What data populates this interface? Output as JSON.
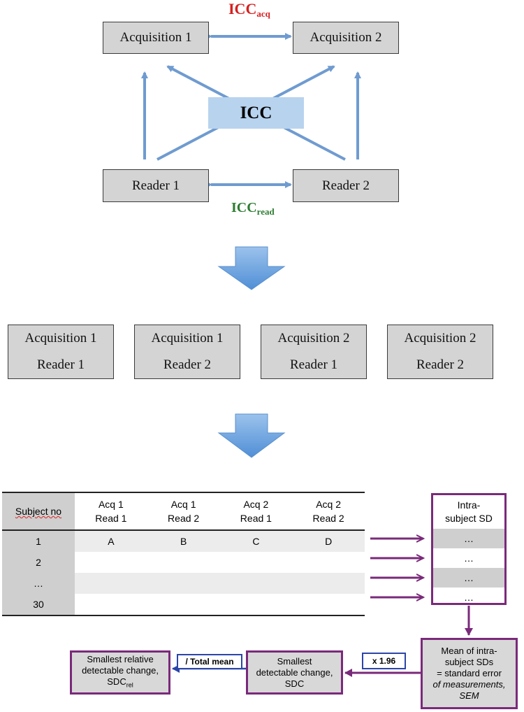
{
  "icc": {
    "acq": {
      "main": "ICC",
      "sub": "acq"
    },
    "read": {
      "main": "ICC",
      "sub": "read"
    },
    "center": "ICC"
  },
  "top_boxes": {
    "acq1": "Acquisition 1",
    "acq2": "Acquisition 2",
    "reader1": "Reader 1",
    "reader2": "Reader 2"
  },
  "combos": [
    {
      "acq": "Acquisition 1",
      "reader": "Reader 1"
    },
    {
      "acq": "Acquisition 1",
      "reader": "Reader 2"
    },
    {
      "acq": "Acquisition 2",
      "reader": "Reader 1"
    },
    {
      "acq": "Acquisition 2",
      "reader": "Reader 2"
    }
  ],
  "table": {
    "headers": [
      "Subject no",
      "Acq 1\nRead 1",
      "Acq 1\nRead 2",
      "Acq 2\nRead 1",
      "Acq 2\nRead 2"
    ],
    "rows": [
      [
        "1",
        "A",
        "B",
        "C",
        "D"
      ],
      [
        "2",
        "",
        "",
        "",
        ""
      ],
      [
        "…",
        "",
        "",
        "",
        ""
      ],
      [
        "30",
        "",
        "",
        "",
        ""
      ]
    ]
  },
  "sd_column": {
    "header": "Intra-\nsubject SD",
    "cells": [
      "…",
      "…",
      "…",
      "…"
    ]
  },
  "boxes": {
    "mean": [
      "Mean of intra-",
      "subject SDs",
      "= standard error",
      "of measurements,",
      "SEM"
    ],
    "sdc": [
      "Smallest",
      "detectable change,",
      "SDC"
    ],
    "sdc_rel": [
      "Smallest relative",
      "detectable change,",
      "SDC"
    ],
    "sdc_rel_sub": "rel"
  },
  "operators": {
    "times": "x 1.96",
    "div": "/ Total mean"
  },
  "colors": {
    "arrow_blue": "#6f9bd0",
    "icc_acq": "#d62020",
    "icc_read": "#2e7d32",
    "purple": "#7a2a7a",
    "box_gray": "#d4d4d4"
  }
}
